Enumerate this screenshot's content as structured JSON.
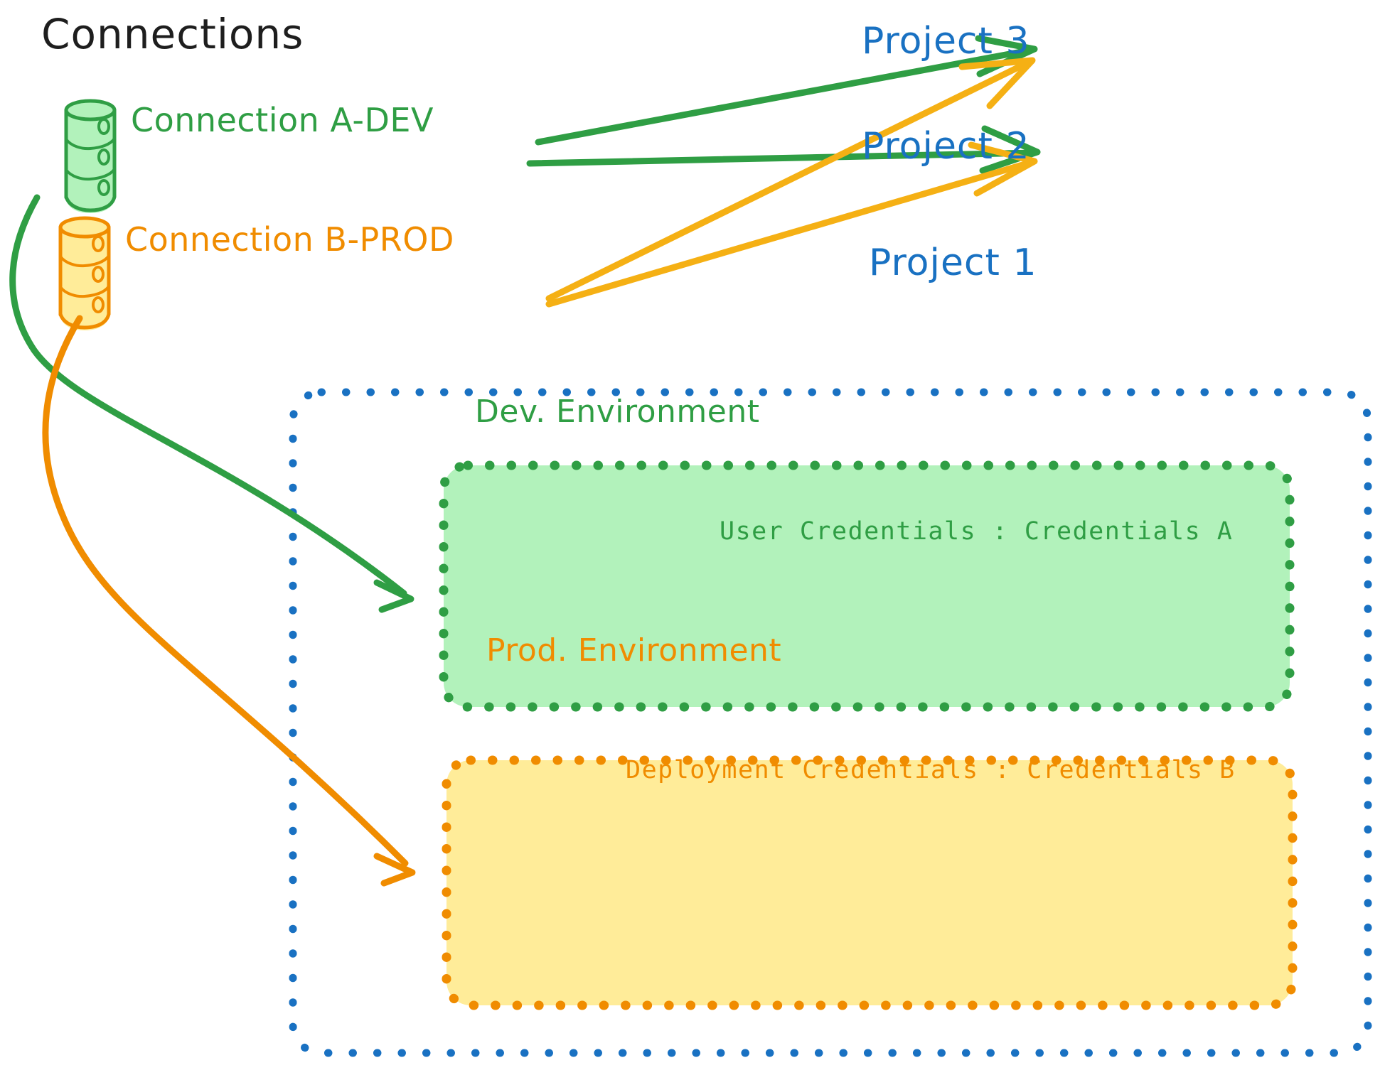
{
  "diagram": {
    "title": "Connections",
    "colors": {
      "green_stroke": "#2f9e44",
      "green_fill": "#b2f2bb",
      "orange_stroke": "#f08c00",
      "orange_fill": "#ffec99",
      "blue_stroke": "#1971c2",
      "text_dark": "#1e1e1e"
    },
    "connections": [
      {
        "id": "a-dev",
        "label": "Connection A-DEV",
        "icon": "database-icon",
        "color": "#2f9e44"
      },
      {
        "id": "b-prod",
        "label": "Connection B-PROD",
        "icon": "database-icon",
        "color": "#f08c00"
      }
    ],
    "projects": [
      {
        "id": "project3",
        "label": "Project 3"
      },
      {
        "id": "project2",
        "label": "Project 2"
      },
      {
        "id": "project1",
        "label": "Project 1"
      }
    ],
    "environments": [
      {
        "id": "dev",
        "title": "Dev. Environment",
        "credentials_label": "User Credentials : Credentials A",
        "color": "#2f9e44",
        "fill": "#b2f2bb"
      },
      {
        "id": "prod",
        "title": "Prod. Environment",
        "credentials_label": "Deployment Credentials : Credentials B",
        "color": "#f08c00",
        "fill": "#ffec99"
      }
    ],
    "edges": [
      {
        "from": "a-dev",
        "to": "project3",
        "color": "#2f9e44"
      },
      {
        "from": "a-dev",
        "to": "project2",
        "color": "#2f9e44"
      },
      {
        "from": "a-dev",
        "to": "dev",
        "color": "#2f9e44"
      },
      {
        "from": "b-prod",
        "to": "project3",
        "color": "#f5b014"
      },
      {
        "from": "b-prod",
        "to": "project2",
        "color": "#f5b014"
      },
      {
        "from": "b-prod",
        "to": "prod",
        "color": "#f08c00"
      }
    ]
  }
}
